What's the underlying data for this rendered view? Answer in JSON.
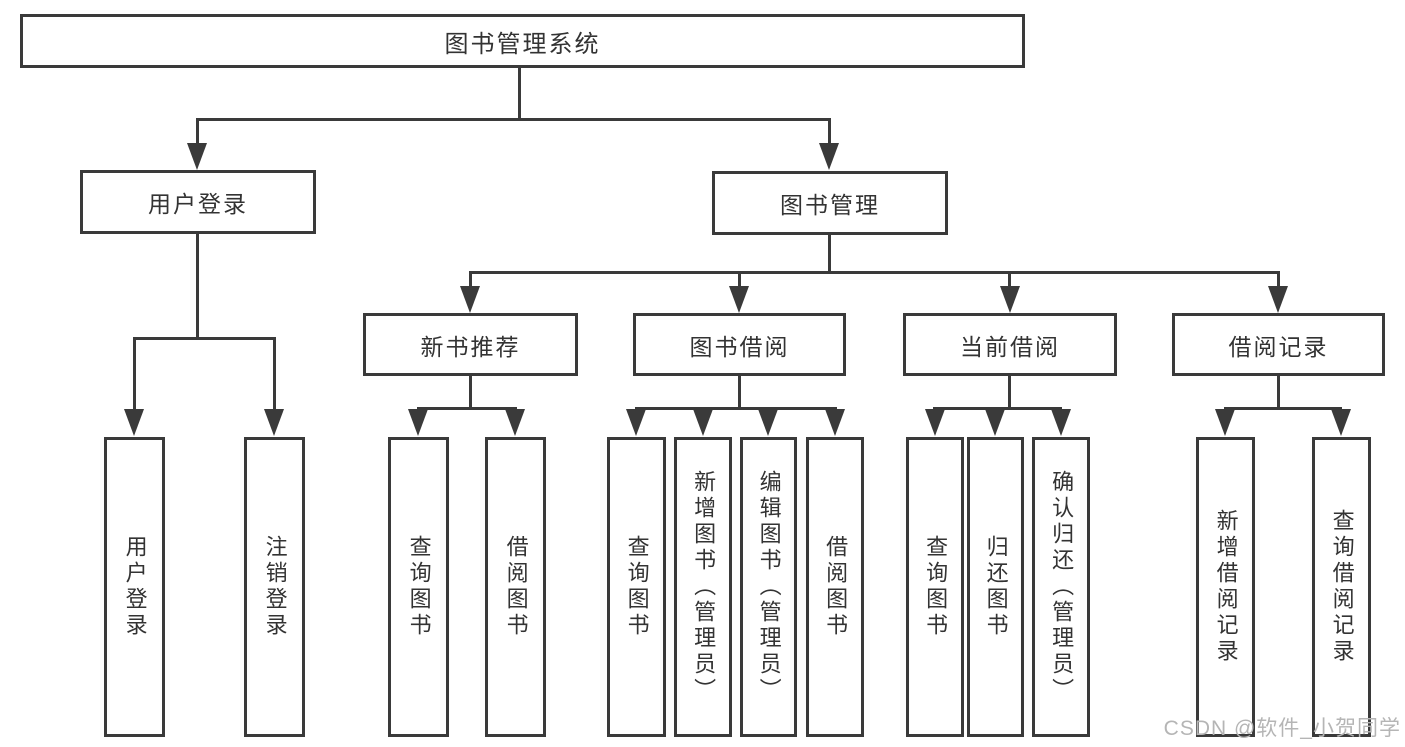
{
  "colors": {
    "line": "#3a3a3a",
    "text": "#333333",
    "watermark": "#b5b5b5",
    "bg": "#ffffff"
  },
  "watermark": {
    "text": "CSDN @软件_小贺同学"
  },
  "tree": {
    "root": {
      "label": "图书管理系统"
    },
    "branches": [
      {
        "label": "用户登录",
        "children": [
          {
            "label": "用户登录"
          },
          {
            "label": "注销登录"
          }
        ]
      },
      {
        "label": "图书管理",
        "children": [
          {
            "label": "新书推荐",
            "children": [
              {
                "label": "查询图书"
              },
              {
                "label": "借阅图书"
              }
            ]
          },
          {
            "label": "图书借阅",
            "children": [
              {
                "label": "查询图书"
              },
              {
                "label": "新增图书（管理员）"
              },
              {
                "label": "编辑图书（管理员）"
              },
              {
                "label": "借阅图书"
              }
            ]
          },
          {
            "label": "当前借阅",
            "children": [
              {
                "label": "查询图书"
              },
              {
                "label": "归还图书"
              },
              {
                "label": "确认归还（管理员）"
              }
            ]
          },
          {
            "label": "借阅记录",
            "children": [
              {
                "label": "新增借阅记录"
              },
              {
                "label": "查询借阅记录"
              }
            ]
          }
        ]
      }
    ]
  }
}
